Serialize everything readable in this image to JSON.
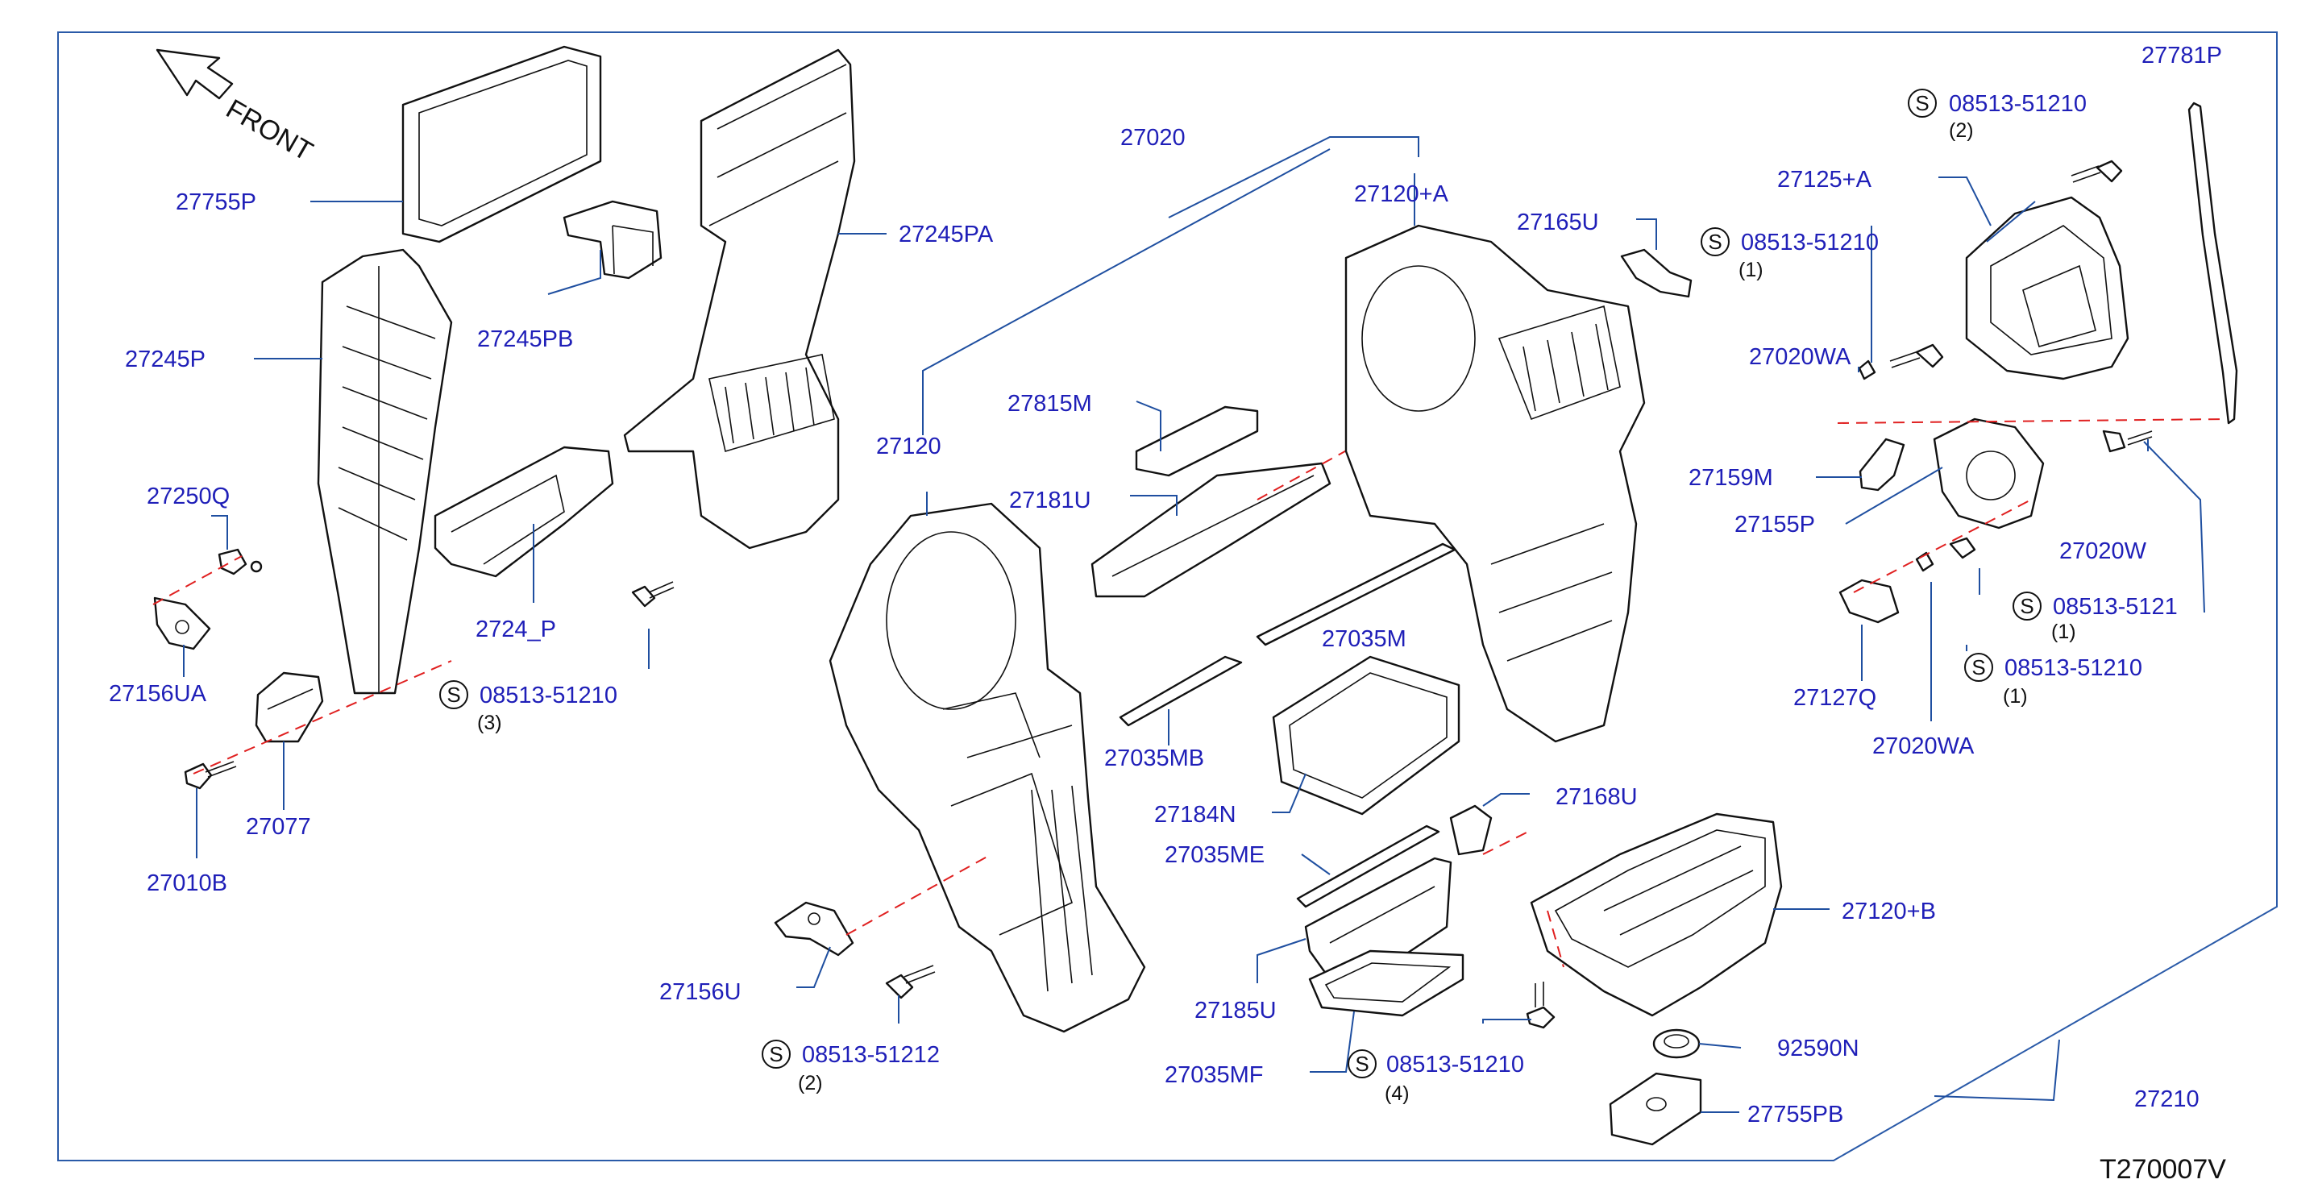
{
  "front_label": "FRONT",
  "drawing_code": "T270007V",
  "callouts": [
    {
      "id": "c01",
      "part": "27755P"
    },
    {
      "id": "c02",
      "part": "27245PA"
    },
    {
      "id": "c03",
      "part": "27245PB"
    },
    {
      "id": "c04",
      "part": "27245P"
    },
    {
      "id": "c05",
      "part": "27250Q"
    },
    {
      "id": "c06",
      "part": "27156UA"
    },
    {
      "id": "c07",
      "part": "27077"
    },
    {
      "id": "c08",
      "part": "27010B"
    },
    {
      "id": "c09",
      "part": "2724_P"
    },
    {
      "id": "c10",
      "part": "27020"
    },
    {
      "id": "c11",
      "part": "27120"
    },
    {
      "id": "c12",
      "part": "27815M"
    },
    {
      "id": "c13",
      "part": "27181U"
    },
    {
      "id": "c14",
      "part": "27035MB"
    },
    {
      "id": "c15",
      "part": "27120+A"
    },
    {
      "id": "c16",
      "part": "27165U"
    },
    {
      "id": "c17",
      "part": "27184N"
    },
    {
      "id": "c18",
      "part": "27035ME"
    },
    {
      "id": "c19",
      "part": "27168U"
    },
    {
      "id": "c20",
      "part": "27185U"
    },
    {
      "id": "c21",
      "part": "27035MF"
    },
    {
      "id": "c22",
      "part": "27156U"
    },
    {
      "id": "c23",
      "part": "27120+B"
    },
    {
      "id": "c24",
      "part": "92590N"
    },
    {
      "id": "c25",
      "part": "27755PB"
    },
    {
      "id": "c26",
      "part": "27210"
    },
    {
      "id": "c27",
      "part": "27781P"
    },
    {
      "id": "c28",
      "part": "27125+A"
    },
    {
      "id": "c29",
      "part": "27020WA"
    },
    {
      "id": "c30",
      "part": "27159M"
    },
    {
      "id": "c31",
      "part": "27155P"
    },
    {
      "id": "c32",
      "part": "27020W"
    },
    {
      "id": "c33",
      "part": "27127Q"
    },
    {
      "id": "c34",
      "part": "27020WA"
    }
  ],
  "screws": [
    {
      "id": "s01",
      "symbol": "S",
      "part": "08513-51210",
      "qty": "(3)"
    },
    {
      "id": "s02",
      "symbol": "S",
      "part": "08513-51212",
      "qty": "(2)"
    },
    {
      "id": "s03",
      "symbol": "S",
      "part": "08513-51210",
      "qty": "(4)"
    },
    {
      "id": "s04",
      "symbol": "S",
      "part": "08513-51210",
      "qty": "(2)"
    },
    {
      "id": "s05",
      "symbol": "S",
      "part": "08513-51210",
      "qty": "(1)"
    },
    {
      "id": "s06",
      "symbol": "S",
      "part": "08513-5121",
      "qty": "(1)"
    },
    {
      "id": "s07",
      "symbol": "S",
      "part": "08513-51210",
      "qty": "(1)"
    }
  ],
  "partial_labels": [
    "27035M"
  ],
  "colors": {
    "label": "#1f1fb8",
    "leader": "#1f4fa0",
    "axis": "#e02020",
    "line": "#111111"
  }
}
